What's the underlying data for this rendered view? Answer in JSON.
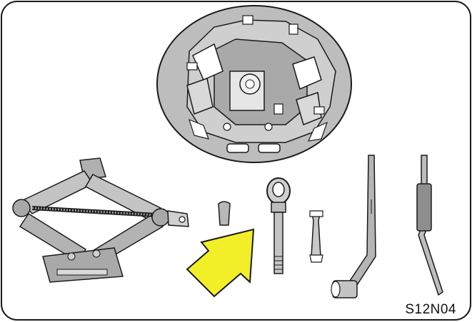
{
  "figure": {
    "code": "S12N04",
    "colors": {
      "line": "#1a1a1a",
      "fill_gray": "#b9b9b9",
      "fill_dark": "#8e8e8e",
      "fill_light": "#d8d8d8",
      "arrow": "#f2ef28",
      "background": "#ffffff"
    },
    "parts": [
      {
        "name": "spare-tire-tool-tray"
      },
      {
        "name": "scissor-jack"
      },
      {
        "name": "pin"
      },
      {
        "name": "towing-eyelet"
      },
      {
        "name": "wrench"
      },
      {
        "name": "wheel-nut-wrench"
      },
      {
        "name": "jack-handle"
      }
    ],
    "arrow_target": "towing-eyelet"
  }
}
